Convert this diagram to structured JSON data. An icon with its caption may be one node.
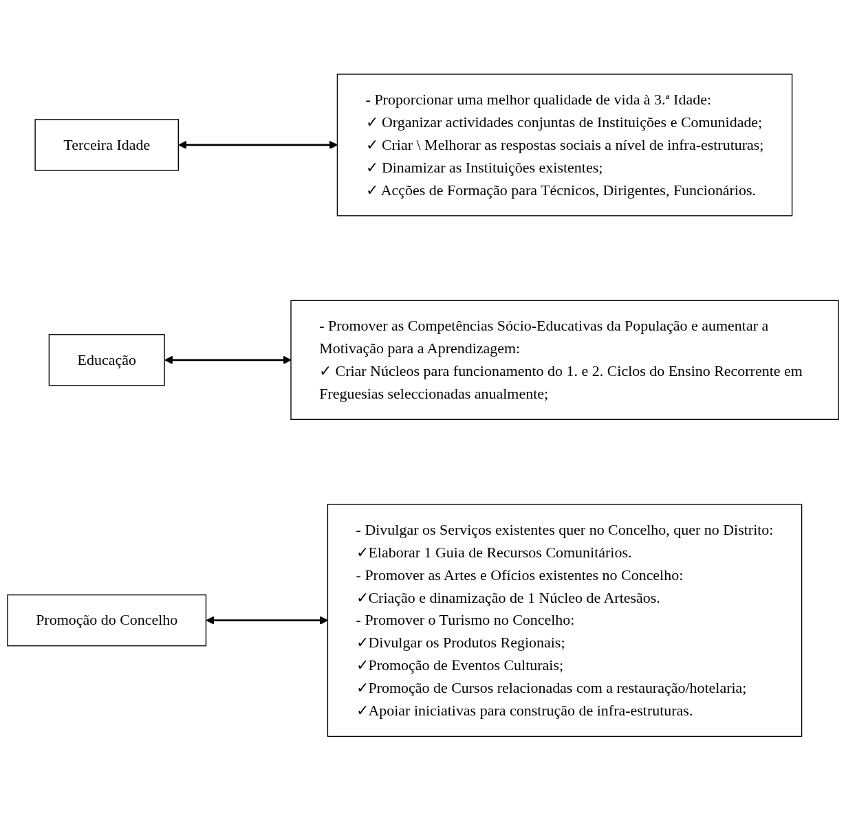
{
  "diagram": {
    "nodes": [
      {
        "text": [
          "Terceira Idade"
        ]
      },
      {
        "text": [
          "- Proporcionar uma melhor qualidade de vida à 3.ª Idade:",
          "✓ Organizar actividades conjuntas de Instituições e Comunidade;",
          "✓ Criar \\ Melhorar as respostas sociais a nível de infra-estruturas;",
          "✓ Dinamizar as Instituições existentes;",
          "✓ Acções de Formação para Técnicos, Dirigentes, Funcionários."
        ]
      },
      {
        "text": [
          "Educação"
        ]
      },
      {
        "text": [
          "- Promover as Competências Sócio-Educativas da População e aumentar a Motivação para a Aprendizagem:",
          "✓ Criar Núcleos para funcionamento do 1. e 2. Ciclos do Ensino Recorrente em Freguesias seleccionadas anualmente;"
        ]
      },
      {
        "text": [
          "Promoção do Concelho"
        ]
      },
      {
        "text": [
          "- Divulgar os Serviços existentes quer no Concelho, quer no Distrito:",
          "✓Elaborar 1 Guia de Recursos Comunitários.",
          "- Promover as Artes e Ofícios existentes no Concelho:",
          "✓Criação e dinamização de 1 Núcleo de Artesãos.",
          "- Promover o Turismo no Concelho:",
          "✓Divulgar os Produtos Regionais;",
          "✓Promoção de Eventos Culturais;",
          "✓Promoção de Cursos relacionadas com a restauração/hotelaria;",
          "✓Apoiar iniciativas para construção de infra-estruturas."
        ]
      }
    ],
    "edges": [
      {
        "from": 0,
        "to": 1,
        "arrow": "both"
      },
      {
        "from": 2,
        "to": 3,
        "arrow": "both"
      },
      {
        "from": 4,
        "to": 5,
        "arrow": "both"
      }
    ]
  }
}
